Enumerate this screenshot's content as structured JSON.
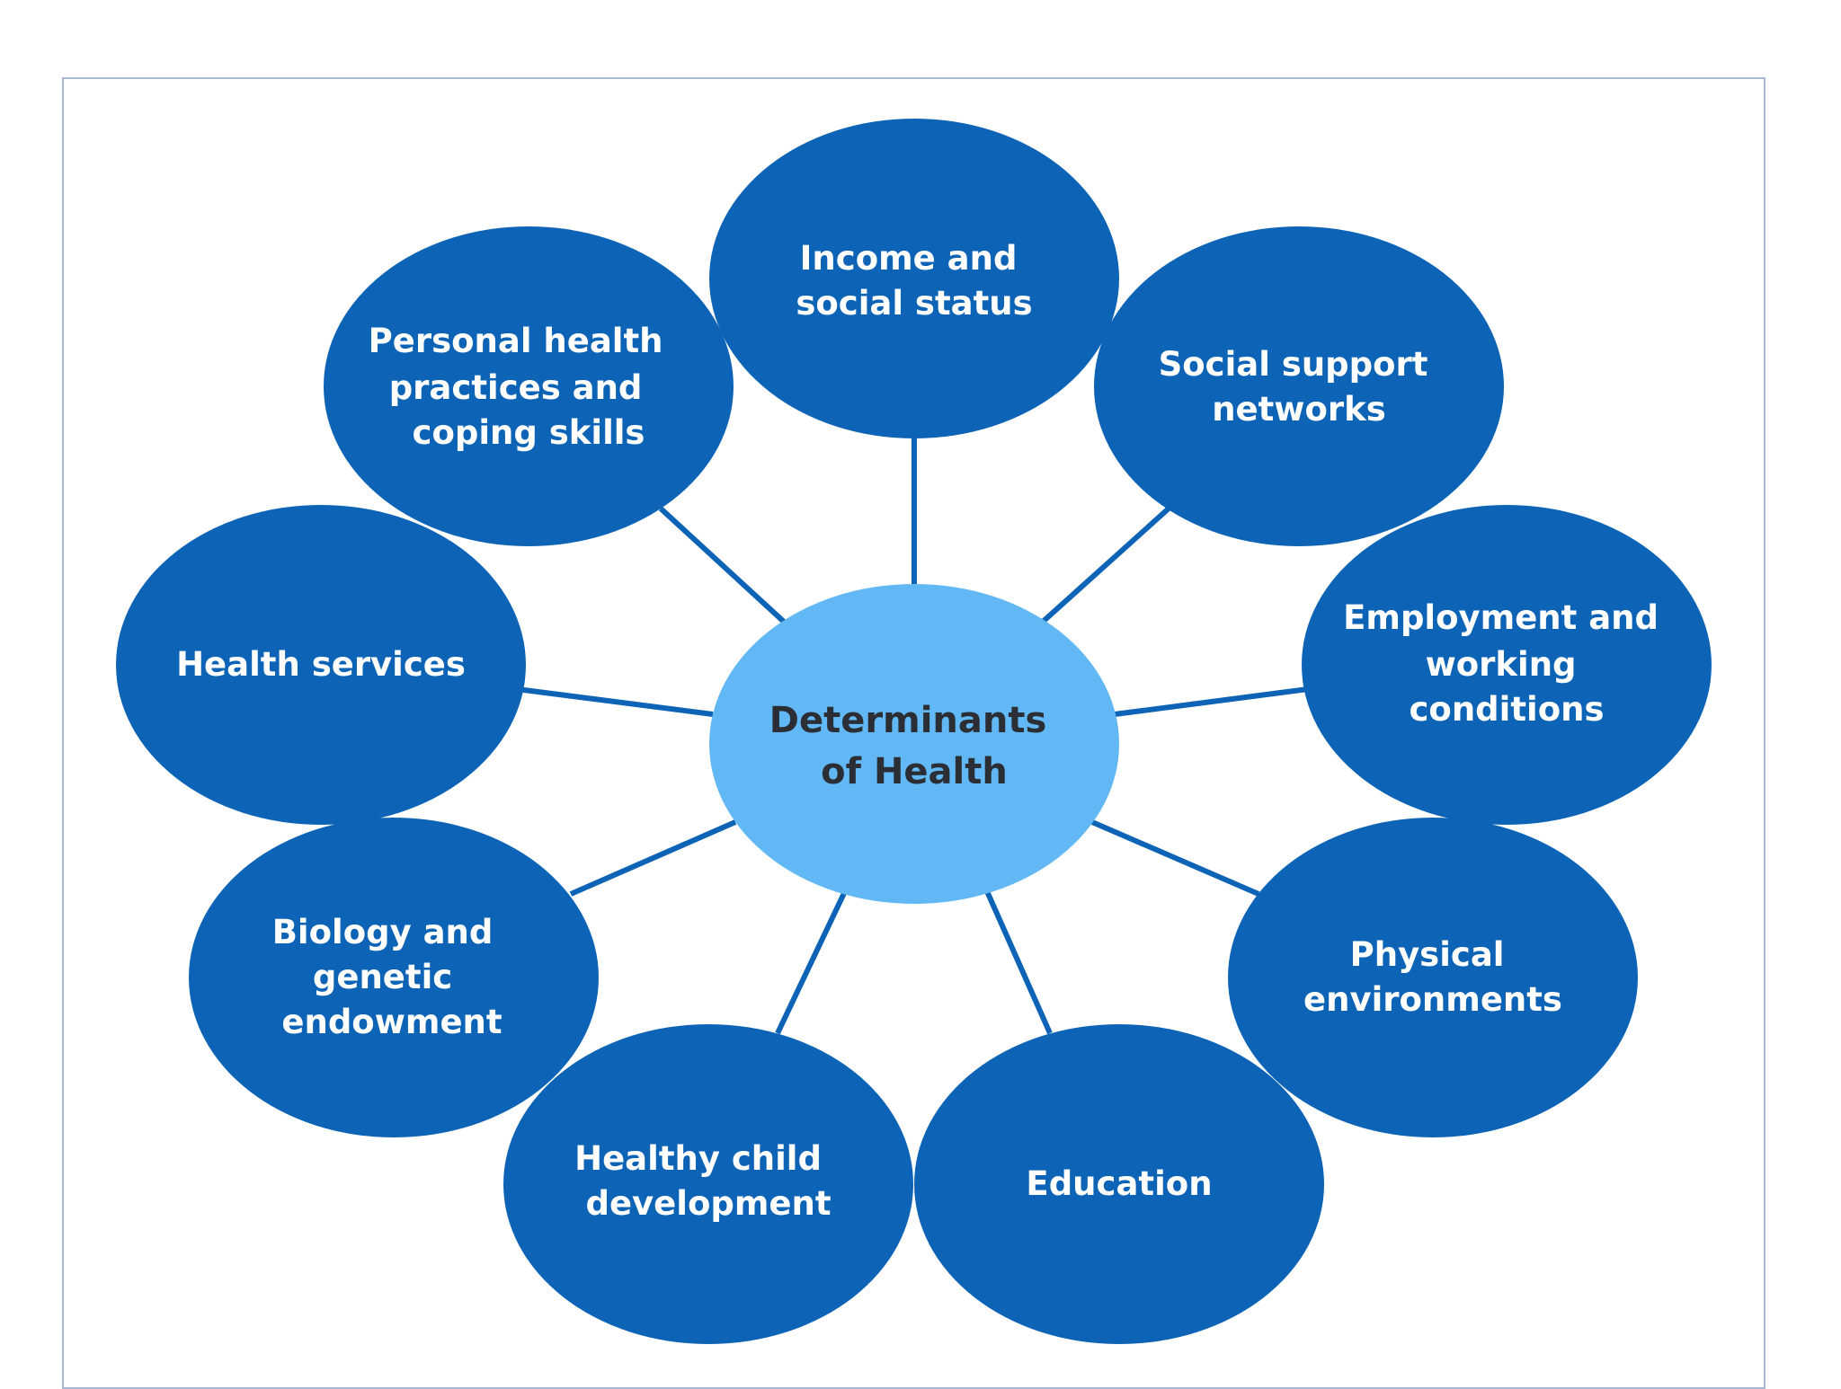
{
  "diagram": {
    "center": {
      "lines": [
        "Determinants",
        "of Health"
      ]
    },
    "nodes": [
      {
        "id": "income",
        "lines": [
          "Income and",
          "social status"
        ]
      },
      {
        "id": "social-support",
        "lines": [
          "Social support",
          "networks"
        ]
      },
      {
        "id": "employment",
        "lines": [
          "Employment and",
          "working",
          "conditions"
        ]
      },
      {
        "id": "physical-env",
        "lines": [
          "Physical",
          "environments"
        ]
      },
      {
        "id": "education",
        "lines": [
          "Education"
        ]
      },
      {
        "id": "healthy-child",
        "lines": [
          "Healthy child",
          "development"
        ]
      },
      {
        "id": "biology",
        "lines": [
          "Biology and",
          "genetic",
          "endowment"
        ]
      },
      {
        "id": "health-services",
        "lines": [
          "Health services"
        ]
      },
      {
        "id": "personal-health",
        "lines": [
          "Personal health",
          "practices and",
          "coping skills"
        ]
      }
    ]
  },
  "colors": {
    "node": "#0d63b5",
    "hub": "#62b8f4",
    "hub_text": "#2b2f35",
    "node_text": "#ffffff",
    "frame_border": "#a9b8d2"
  }
}
